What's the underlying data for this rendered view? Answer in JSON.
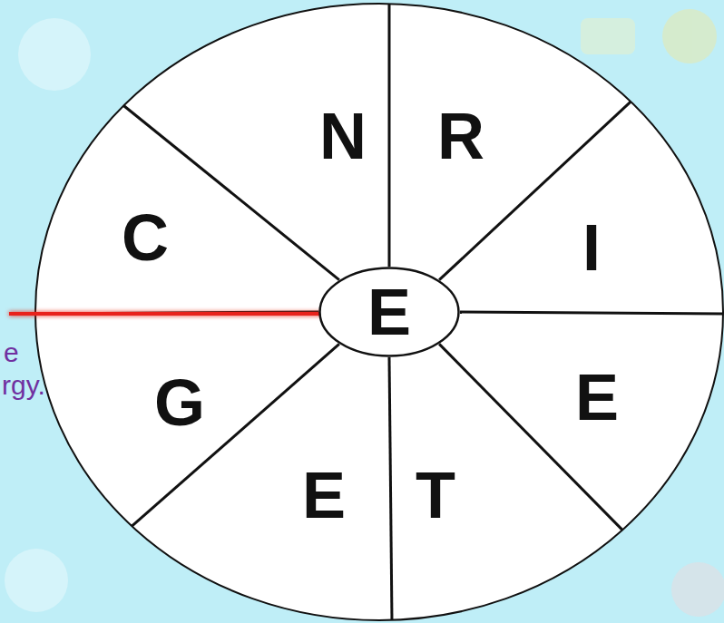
{
  "diagram": {
    "nodes": [
      {
        "text": [
          "N"
        ]
      },
      {
        "text": [
          "R"
        ]
      },
      {
        "text": [
          "I"
        ]
      },
      {
        "text": [
          "E"
        ]
      },
      {
        "text": [
          "T"
        ]
      },
      {
        "text": [
          "E"
        ]
      },
      {
        "text": [
          "G"
        ]
      },
      {
        "text": [
          "C"
        ]
      },
      {
        "text": [
          "E"
        ]
      }
    ],
    "labels": [
      "e",
      "rgy."
    ]
  }
}
